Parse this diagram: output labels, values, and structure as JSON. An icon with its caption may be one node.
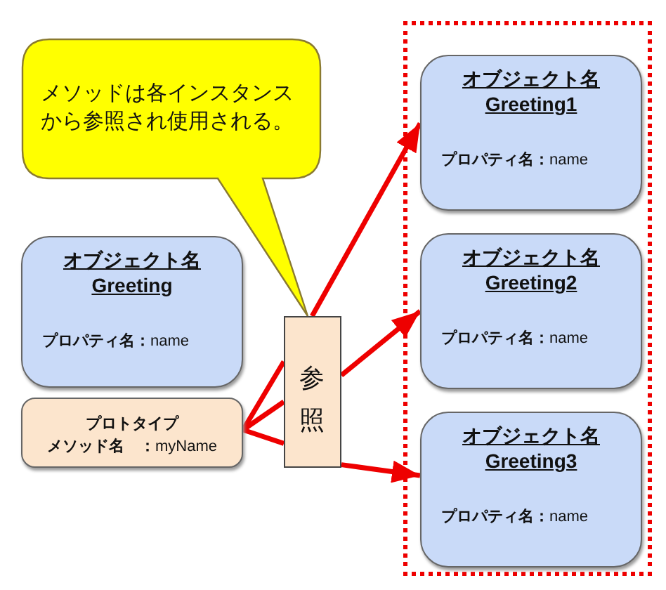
{
  "diagram": {
    "nodes": [
      {
        "text": [
          "メソッドは各インスタンスから参照され使用される。"
        ]
      },
      {
        "text": [
          "オブジェクト名",
          "Greeting",
          "**プロパティ名：**name"
        ]
      },
      {
        "text": [
          "プロトタイプ",
          "**メソッド名　：**myName"
        ]
      },
      {
        "text": [
          "参照"
        ]
      },
      {
        "text": [],
        "shape": "box"
      },
      {
        "text": [
          "オブジェクト名",
          "Greeting1",
          "**プロパティ名：**name"
        ],
        "in": 4
      },
      {
        "text": [
          "オブジェクト名",
          "Greeting2",
          "**プロパティ名：**name"
        ],
        "in": 4
      },
      {
        "text": [
          "オブジェクト名",
          "Greeting3",
          "**プロパティ名：**name"
        ],
        "in": 4
      }
    ],
    "edges": [
      {
        "from": 2,
        "to": 3,
        "arrow": "none"
      },
      {
        "from": 2,
        "to": 3,
        "arrow": "none"
      },
      {
        "from": 2,
        "to": 3,
        "arrow": "none"
      },
      {
        "from": 3,
        "to": 5,
        "arrow": "to"
      },
      {
        "from": 3,
        "to": 6,
        "arrow": "to"
      },
      {
        "from": 3,
        "to": 7,
        "arrow": "to"
      }
    ]
  }
}
